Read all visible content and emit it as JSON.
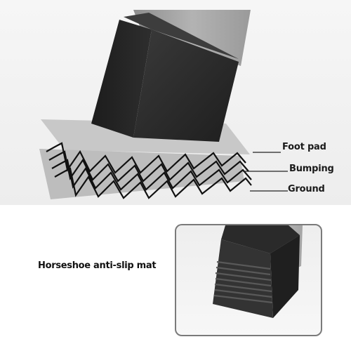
{
  "labels": {
    "foot_pad": "Foot pad",
    "bumping": "Bumping",
    "ground": "Ground"
  },
  "caption": {
    "mat": "Horseshoe anti-slip mat"
  },
  "colors": {
    "rubber": "#2c2c2c",
    "metal": "#a9a9a9",
    "ground": "#c9c9c9",
    "line": "#111111"
  }
}
